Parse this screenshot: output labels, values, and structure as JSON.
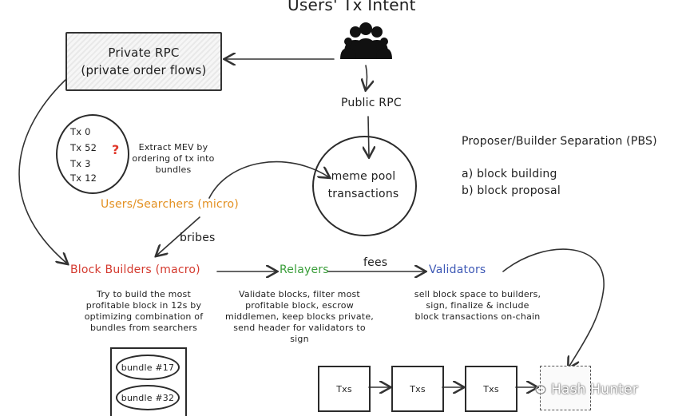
{
  "title": "Users' Tx Intent",
  "private_rpc": {
    "line1": "Private RPC",
    "line2": "(private order flows)"
  },
  "public_rpc": "Public RPC",
  "tx_list": [
    "Tx 0",
    "Tx 52",
    "Tx 3",
    "Tx 12"
  ],
  "question_mark": "?",
  "extract_mev": "Extract MEV by ordering of tx into bundles",
  "meme_pool": {
    "line1": "meme pool",
    "line2": "transactions"
  },
  "pbs": {
    "title": "Proposer/Builder Separation (PBS)",
    "a": "a) block building",
    "b": "b) block proposal"
  },
  "searchers": "Users/Searchers (micro)",
  "bribes": "bribes",
  "block_builders": {
    "label": "Block Builders (macro)",
    "description": "Try to build the most profitable block in 12s by optimizing combination of bundles from searchers"
  },
  "relayers": {
    "label": "Relayers",
    "description": "Validate blocks, filter most profitable block, escrow middlemen, keep blocks private, send header for validators to sign"
  },
  "fees": "fees",
  "validators": {
    "label": "Validators",
    "description": "sell block space to builders, sign, finalize & include block transactions on-chain"
  },
  "bundles": [
    "bundle #17",
    "bundle #32"
  ],
  "tx_boxes": [
    "Txs",
    "Txs",
    "Txs"
  ],
  "watermark": "Hash Hunter",
  "colors": {
    "searchers": "#e39021",
    "builders": "#d43a2f",
    "relayers": "#3a9e3a",
    "validators": "#3d58b5",
    "question": "#e0382b"
  }
}
